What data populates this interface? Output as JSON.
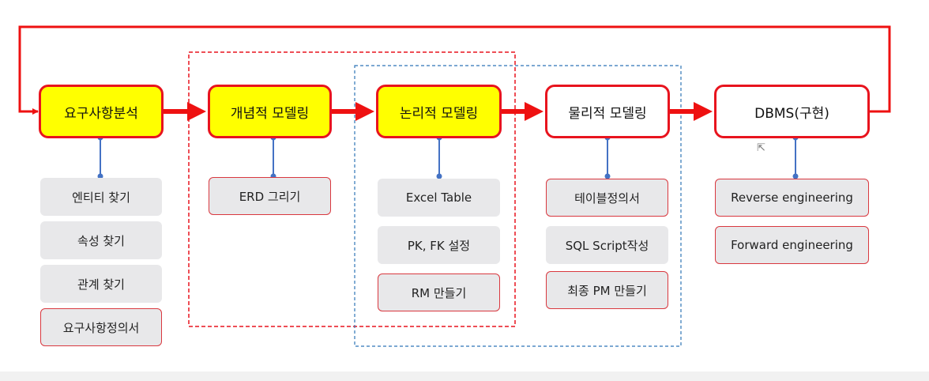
{
  "stages": [
    {
      "id": "req",
      "label": "요구사항분석",
      "highlight": true
    },
    {
      "id": "conceptual",
      "label": "개념적 모델링",
      "highlight": true
    },
    {
      "id": "logical",
      "label": "논리적 모델링",
      "highlight": true
    },
    {
      "id": "physical",
      "label": "물리적 모델링",
      "highlight": false
    },
    {
      "id": "dbms",
      "label": "DBMS(구현)",
      "highlight": false
    }
  ],
  "tasks": {
    "req": [
      {
        "label": "엔티티 찾기",
        "bordered": false
      },
      {
        "label": "속성 찾기",
        "bordered": false
      },
      {
        "label": "관계 찾기",
        "bordered": false
      },
      {
        "label": "요구사항정의서",
        "bordered": true
      }
    ],
    "conceptual": [
      {
        "label": "ERD 그리기",
        "bordered": true
      }
    ],
    "logical": [
      {
        "label": "Excel Table",
        "bordered": false
      },
      {
        "label": "PK, FK 설정",
        "bordered": false
      },
      {
        "label": "RM 만들기",
        "bordered": true
      }
    ],
    "physical": [
      {
        "label": "테이블정의서",
        "bordered": true
      },
      {
        "label": "SQL Script작성",
        "bordered": false
      },
      {
        "label": "최종 PM 만들기",
        "bordered": true
      }
    ],
    "dbms": [
      {
        "label": "Reverse engineering",
        "bordered": true
      },
      {
        "label": "Forward engineering",
        "bordered": true
      }
    ]
  },
  "colors": {
    "flow_arrow": "#ee1111",
    "stage_border": "#e8141e",
    "highlight_fill": "#ffff00",
    "connector": "#4472c4",
    "red_dashed_group": "#e8141e",
    "blue_dashed_group": "#2e75b6",
    "task_fill": "#e8e8ea"
  }
}
